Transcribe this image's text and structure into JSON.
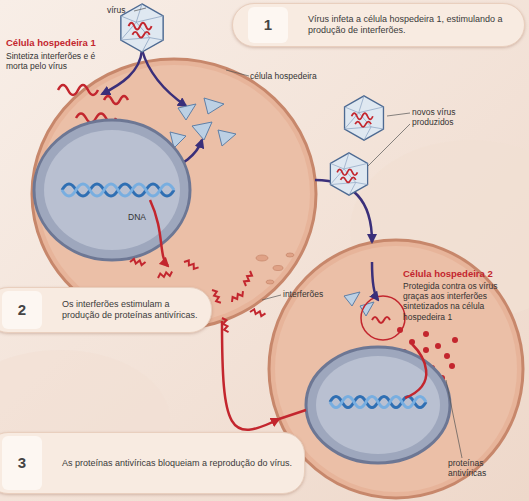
{
  "diagram": {
    "nodes": [
      {
        "text": [
          "1",
          "Vírus infeta a célula hospedeira 1, estimulando a produção de interferões."
        ]
      },
      {
        "text": [
          "Célula hospedeira 1",
          "Sintetiza interferões e é morta pelo vírus"
        ]
      },
      {
        "text": [
          "Célula hospedeira 2",
          "Protegida contra os vírus graças aos interferões sintetizados na célula hospedeira 1"
        ]
      },
      {
        "text": [
          "2",
          "Os interferões estimulam a produção de proteínas antivíricas."
        ]
      },
      {
        "text": [
          "3",
          "As proteínas antivíricas bloqueiam a reprodução do vírus."
        ]
      }
    ],
    "edges": [
      {
        "from": 1,
        "to": 2,
        "arrow": "to"
      },
      {
        "from": 1,
        "to": 2,
        "arrow": "to"
      }
    ],
    "labels": [
      "vírus",
      "célula hospedeira",
      "novos vírus produzidos",
      "DNA",
      "interferões",
      "proteínas antivíricas"
    ]
  }
}
